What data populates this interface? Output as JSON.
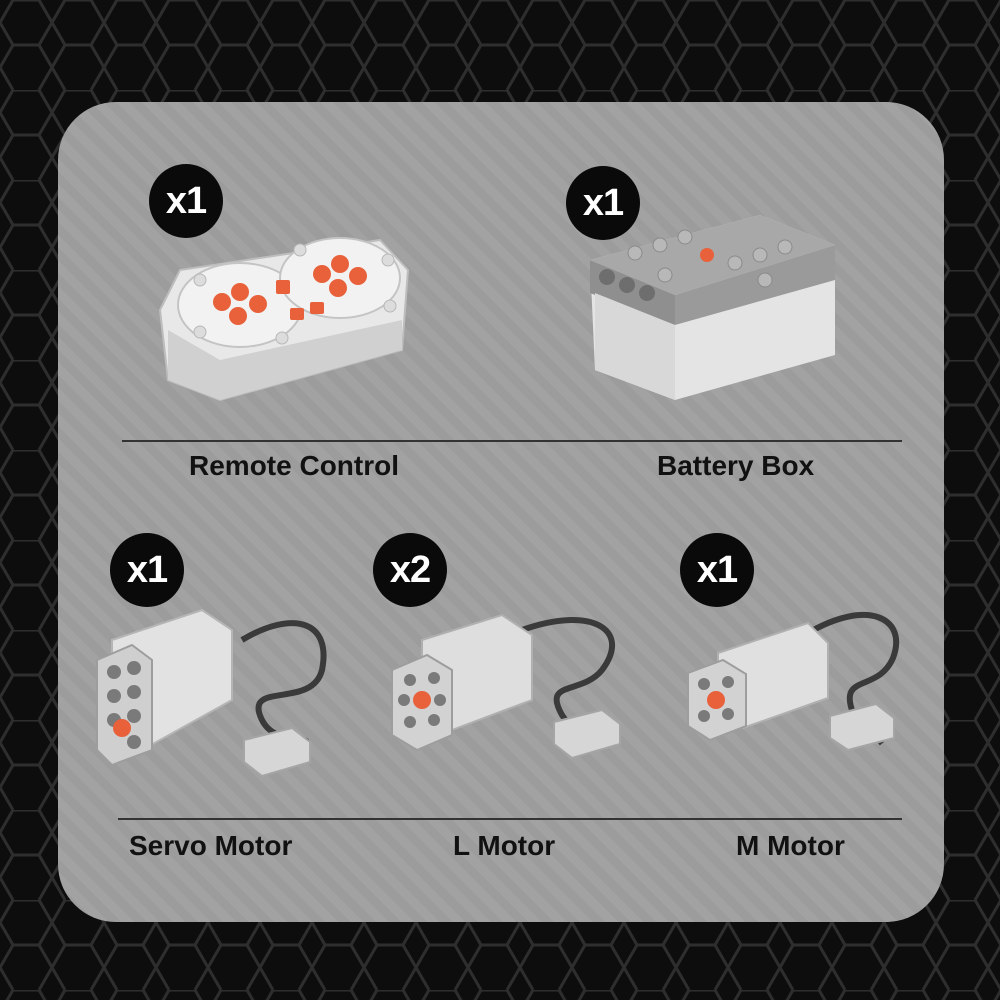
{
  "items": [
    {
      "qty": "x1",
      "name": "Remote Control",
      "icon": "remote-control-icon"
    },
    {
      "qty": "x1",
      "name": "Battery Box",
      "icon": "battery-box-icon"
    },
    {
      "qty": "x1",
      "name": "Servo Motor",
      "icon": "servo-motor-icon"
    },
    {
      "qty": "x2",
      "name": "L Motor",
      "icon": "l-motor-icon"
    },
    {
      "qty": "x1",
      "name": "M Motor",
      "icon": "m-motor-icon"
    }
  ],
  "colors": {
    "background": "#0d0d0d",
    "hex_lines": "#2e2e2e",
    "panel": "#a0a0a0",
    "badge": "#0a0a0a",
    "accent_orange": "#e8613a",
    "brick_light": "#e6e6e6",
    "brick_grey": "#9a9a9a"
  }
}
